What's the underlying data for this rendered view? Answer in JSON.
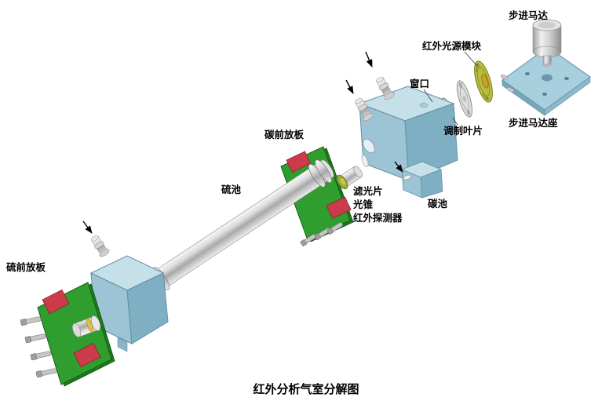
{
  "title": "红外分析气室分解图",
  "labels": {
    "stepper_motor": "步进马达",
    "ir_source_module": "红外光源模块",
    "window": "窗口",
    "stepper_motor_mount": "步进马达座",
    "modulation_blade": "调制叶片",
    "carbon_preamp_board": "碳前放板",
    "sulfur_cell": "硫池",
    "filter": "滤光片",
    "light_cone": "光锥",
    "ir_detector": "红外探测器",
    "carbon_cell": "碳池",
    "sulfur_preamp_board": "硫前放板"
  },
  "colors": {
    "background": "#ffffff",
    "block_blue_top": "#c6e0ea",
    "block_blue_front": "#9cc4d4",
    "block_blue_side": "#7fafc2",
    "pcb_green": "#2f9e2f",
    "component_red": "#cc3b4a",
    "source_disc_yellow": "#b9bd3e",
    "metal_gray": "#c9c9c9",
    "label_text": "#000000"
  }
}
